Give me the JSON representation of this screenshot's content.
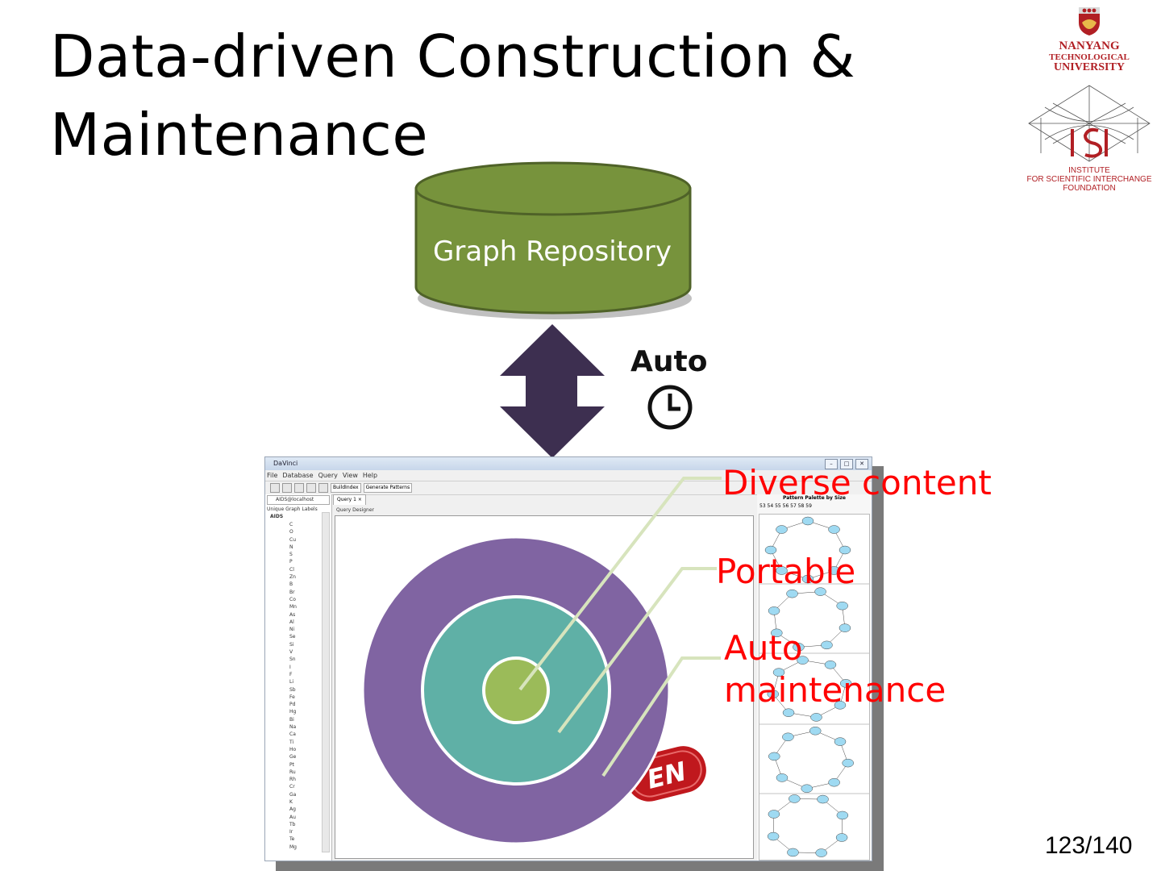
{
  "slide": {
    "title_line1": "Data-driven Construction &",
    "title_line2": "Maintenance",
    "page_number": "123/140"
  },
  "logos": {
    "university": [
      "NANYANG",
      "TECHNOLOGICAL",
      "UNIVERSITY"
    ],
    "institute": [
      "INSTITUTE",
      "FOR SCIENTIFIC INTERCHANGE",
      "FOUNDATION"
    ],
    "brand_color": "#b11f24"
  },
  "diagram": {
    "repository_label": "Graph Repository",
    "repository_color": "#77933c",
    "arrow_color": "#3d2f50",
    "auto_label": "Auto",
    "clock_icon": "clock-icon",
    "callout_color": "#ff0000",
    "callouts": {
      "diverse": "Diverse content",
      "portable": "Portable",
      "auto_maint_line1": "Auto",
      "auto_maint_line2": "maintenance"
    },
    "ring_colors": [
      "#8064a2",
      "#5fb0a6",
      "#9bbb59"
    ],
    "leader_color": "#d7e4bd",
    "stamp_text": "EN"
  },
  "app": {
    "window_title": "DaVinci",
    "menu": [
      "File",
      "Database",
      "Query",
      "View",
      "Help"
    ],
    "toolbar_buttons": [
      "BuildIndex",
      "Generate Patterns"
    ],
    "db_combo": "AIDS@localhost",
    "unique_labels": "Unique Graph Labels",
    "tree_root": "AIDS",
    "tree_items": [
      "C",
      "O",
      "Cu",
      "N",
      "S",
      "P",
      "Cl",
      "Zn",
      "B",
      "Br",
      "Co",
      "Mn",
      "As",
      "Al",
      "Ni",
      "Se",
      "Si",
      "V",
      "Sn",
      "I",
      "F",
      "Li",
      "Sb",
      "Fe",
      "Pd",
      "Hg",
      "Bi",
      "Na",
      "Ca",
      "Ti",
      "Ho",
      "Ge",
      "Pt",
      "Ru",
      "Rh",
      "Cr",
      "Ga",
      "K",
      "Ag",
      "Au",
      "Tb",
      "Ir",
      "Te",
      "Mg"
    ],
    "query_tab": "Query 1",
    "query_designer": "Query Designer",
    "palette_title": "Pattern Palette by Size",
    "palette_sizes": "53 54 55 56 57 58 59"
  }
}
